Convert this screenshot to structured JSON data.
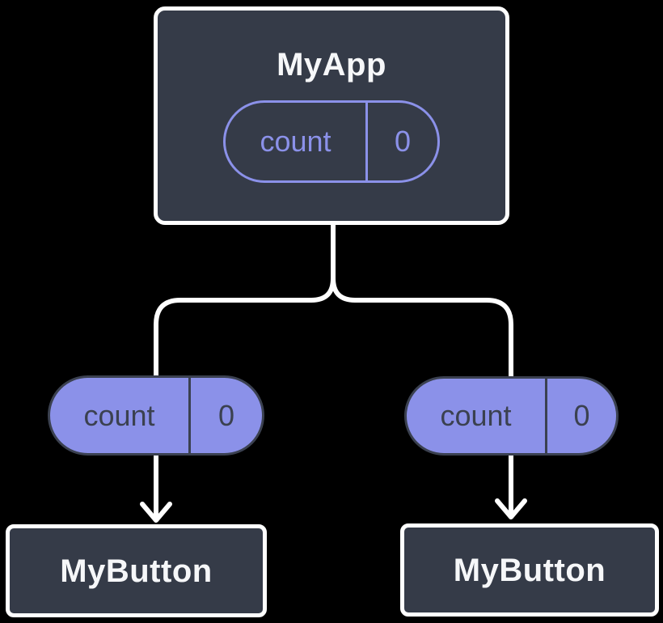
{
  "diagram": {
    "description": "Component tree: MyApp holds count state, passed as prop to two MyButton children",
    "root": {
      "title": "MyApp",
      "state_pill": {
        "label": "count",
        "value": "0"
      }
    },
    "children": [
      {
        "title": "MyButton",
        "prop_pill": {
          "label": "count",
          "value": "0"
        }
      },
      {
        "title": "MyButton",
        "prop_pill": {
          "label": "count",
          "value": "0"
        }
      }
    ]
  },
  "colors": {
    "bg": "#000000",
    "node_fill": "#353b48",
    "node_border": "#ffffff",
    "accent": "#8b91e9",
    "pill_dark": "#3b4150",
    "line": "#ffffff",
    "title_text": "#f6f7f9"
  }
}
